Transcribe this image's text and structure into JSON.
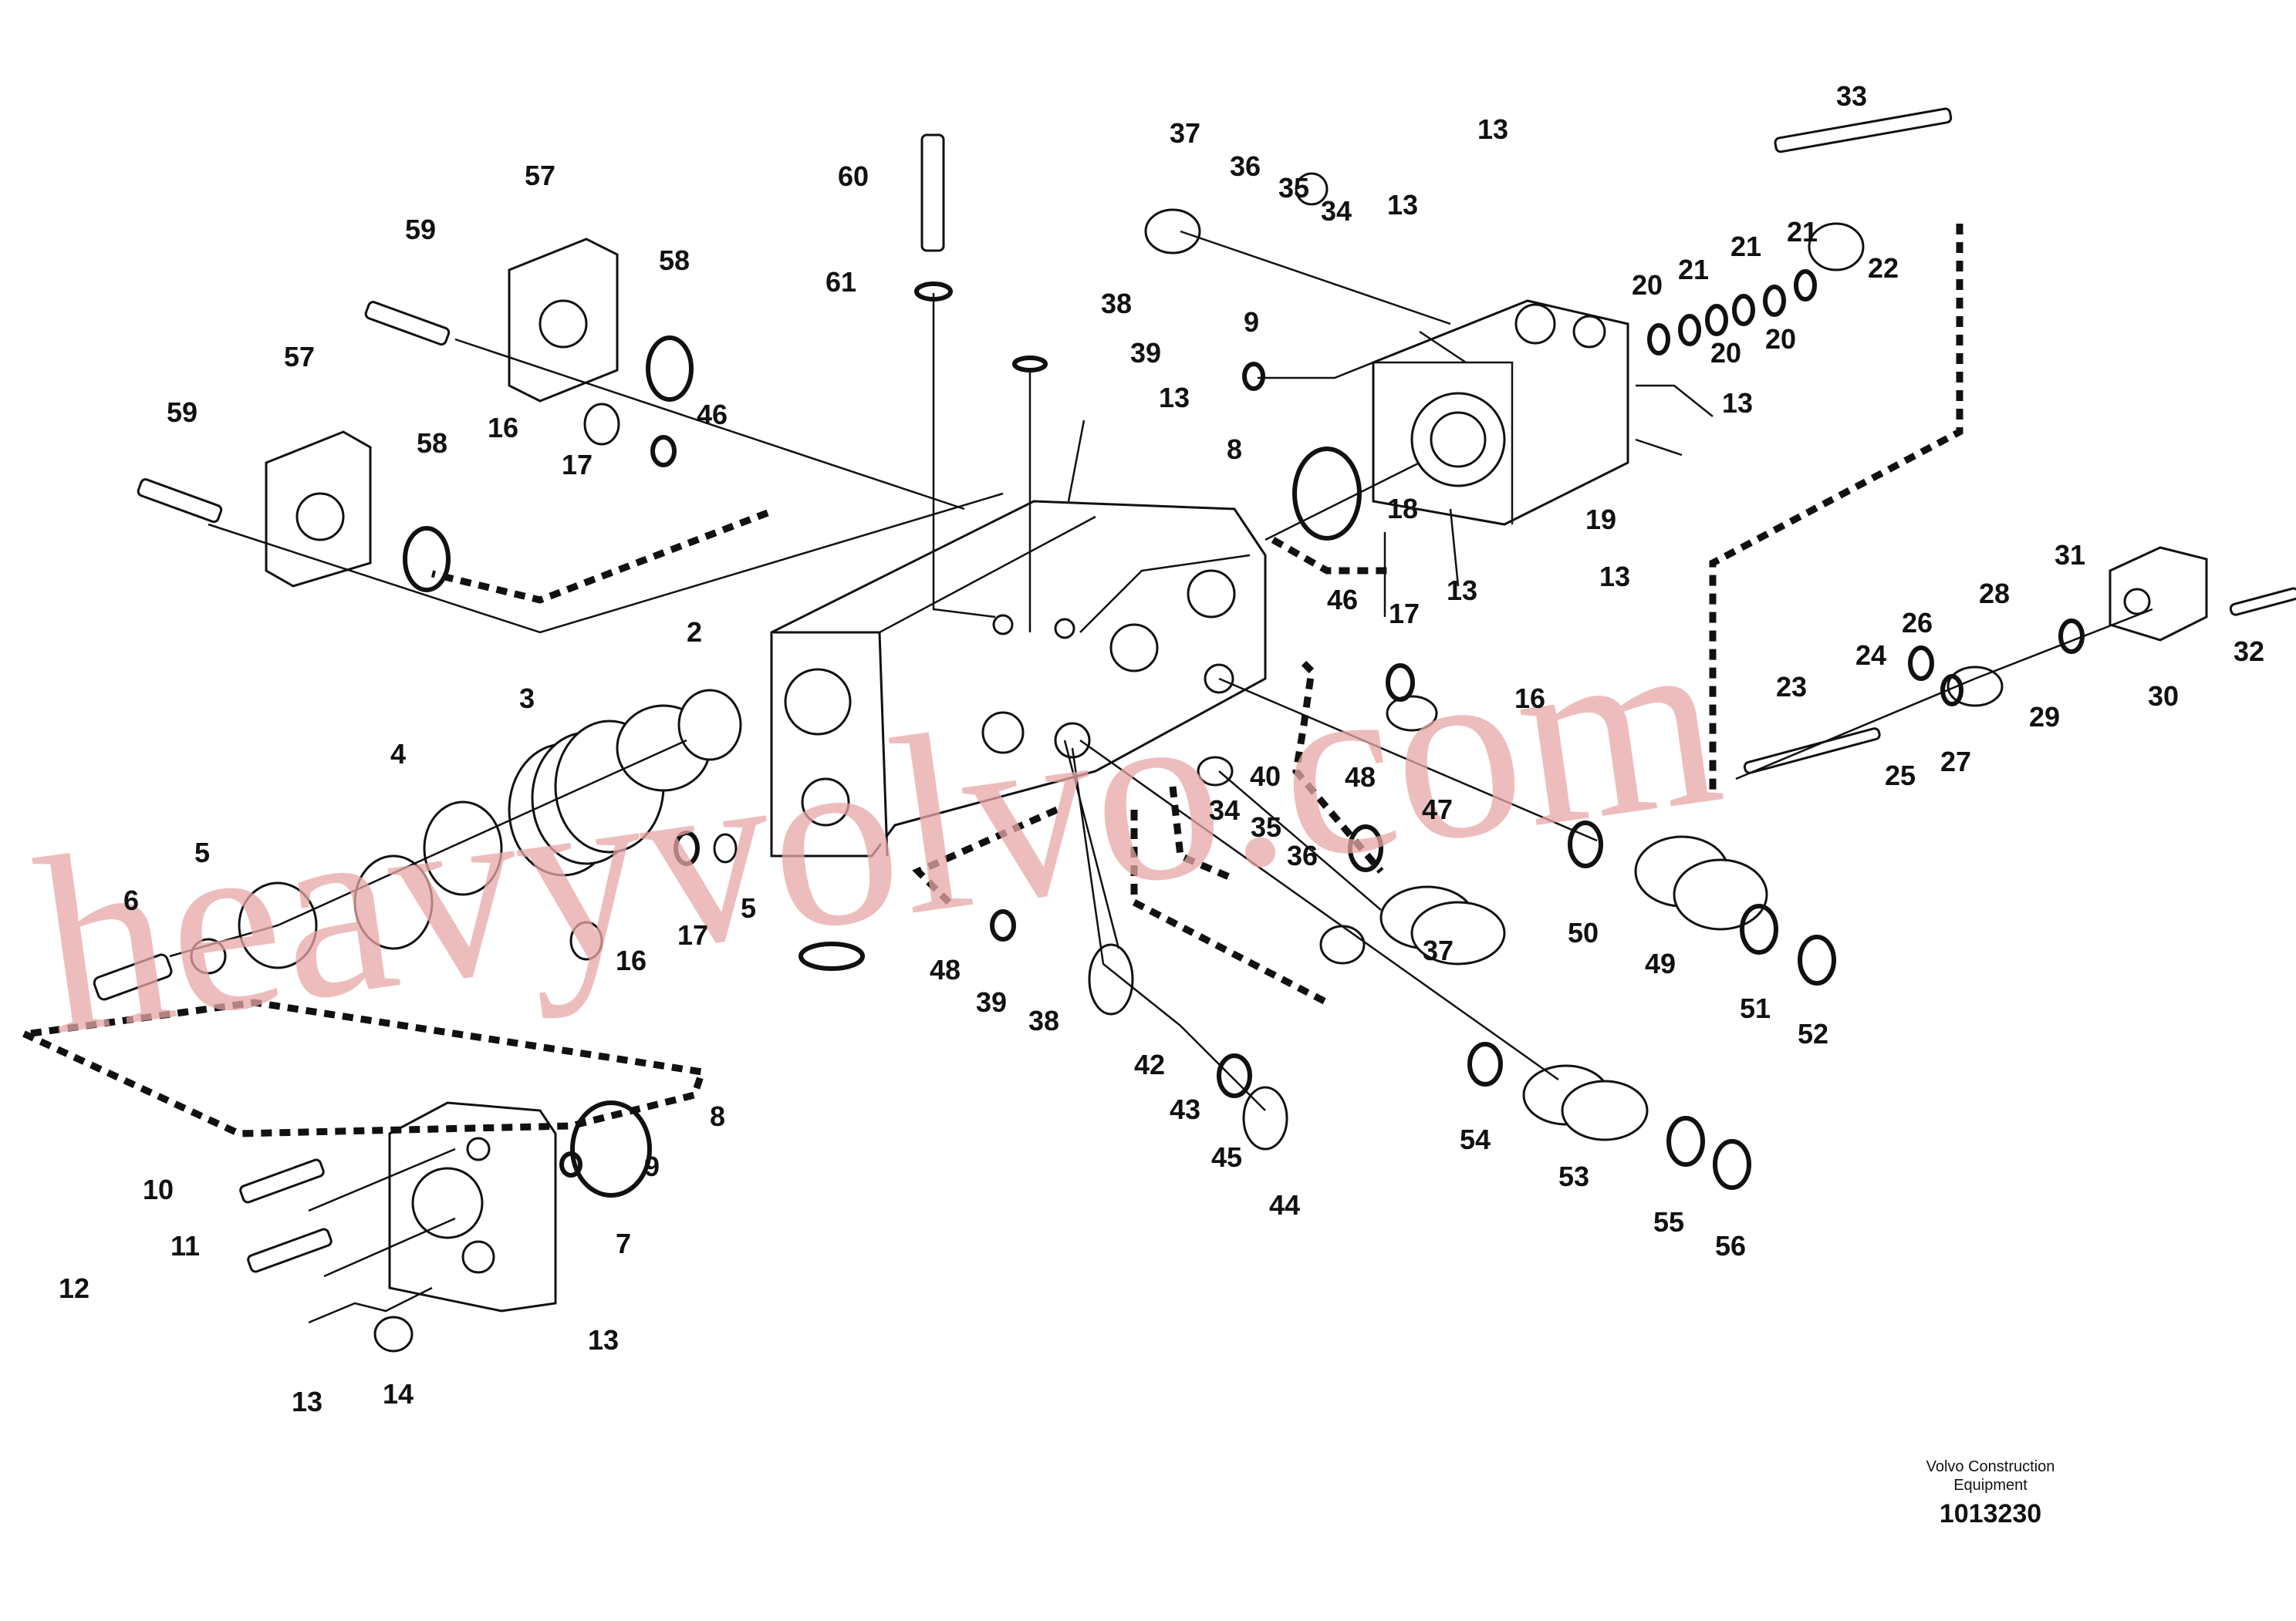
{
  "watermark": "heavyvolvo.com",
  "footer": {
    "brand": "Volvo Construction Equipment",
    "code": "1013230"
  },
  "labels": [
    "2",
    "3",
    "4",
    "5",
    "6",
    "7",
    "8",
    "9",
    "10",
    "11",
    "12",
    "13",
    "14",
    "16",
    "17",
    "18",
    "19",
    "20",
    "21",
    "22",
    "23",
    "24",
    "25",
    "26",
    "27",
    "28",
    "29",
    "30",
    "31",
    "32",
    "33",
    "34",
    "35",
    "36",
    "37",
    "38",
    "39",
    "40",
    "42",
    "43",
    "44",
    "45",
    "46",
    "47",
    "48",
    "49",
    "50",
    "51",
    "52",
    "53",
    "54",
    "55",
    "56",
    "57",
    "58",
    "59",
    "60",
    "61"
  ]
}
